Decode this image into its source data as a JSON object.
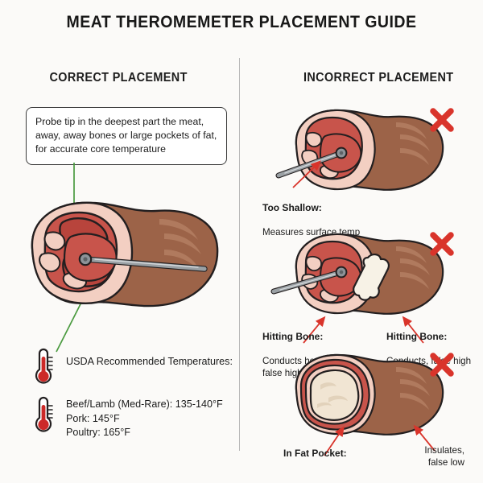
{
  "page": {
    "title": "MEAT THEROMEMETER PLACEMENT GUIDE",
    "background_color": "#fbfaf8"
  },
  "columns": {
    "correct": {
      "heading": "CORRECT PLACEMENT"
    },
    "incorrect": {
      "heading": "INCORRECT PLACEMENT"
    }
  },
  "callout": {
    "text": "Probe tip in the deepest part the meat, away, away bones or large pockets of fat, for accurate core temperature"
  },
  "legend": {
    "heading": "USDA Recommended Temperatures:",
    "lines": "Beef/Lamb (Med-Rare): 135-140°F\nPork: 145°F\nPoultry: 165°F",
    "items": [
      {
        "label": "Beef/Lamb (Med-Rare)",
        "value": "135-140°F"
      },
      {
        "label": "Pork",
        "value": "145°F"
      },
      {
        "label": "Poultry",
        "value": "165°F"
      }
    ],
    "icon": "thermometer-icon"
  },
  "annotations": {
    "too_shallow": {
      "title": "Too Shallow:",
      "detail": "Measures surface temp"
    },
    "hitting_bone_left": {
      "title": "Hitting Bone:",
      "detail": "Conducts heat,\nfalse high"
    },
    "hitting_bone_right": {
      "title": "Hitting Bone:",
      "detail": "Conducts, false high"
    },
    "in_fat_pocket": {
      "title": "In Fat Pocket:"
    },
    "insulates": {
      "detail": "Insulates,\nfalse low"
    }
  },
  "markers": {
    "error_mark": "✕",
    "error_count": 3
  },
  "colors": {
    "meat_red": "#c8544b",
    "meat_red_dark": "#b8443c",
    "fat_pink": "#f3cfc2",
    "crust_brown": "#9c6348",
    "crust_highlight": "#b07a5e",
    "bone_white": "#f7f2e6",
    "fat_cream": "#f1e5d3",
    "probe_grey": "#9aa0a4",
    "outline": "#231f20",
    "accent_green": "#4a9a3f",
    "accent_red": "#d9342b",
    "divider": "#b9b9b9"
  }
}
